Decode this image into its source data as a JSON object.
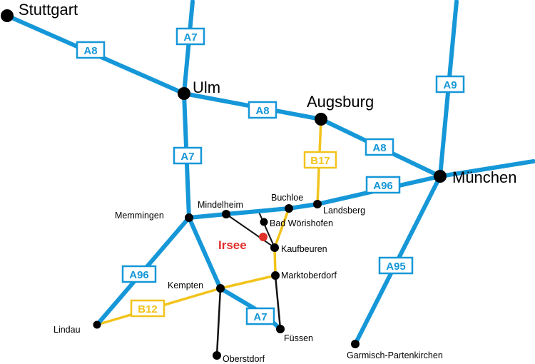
{
  "colors": {
    "autobahn": "#1597d8",
    "bundesstrasse": "#f2c31a",
    "local_road": "#111111",
    "city_dot": "#000000",
    "highlight_city": "#e0302a",
    "background": "#ffffff"
  },
  "cities": {
    "stuttgart": "Stuttgart",
    "ulm": "Ulm",
    "augsburg": "Augsburg",
    "muenchen": "München",
    "mindelheim": "Mindelheim",
    "buchloe": "Buchloe",
    "landsberg": "Landsberg",
    "memmingen": "Memmingen",
    "bad_woerishofen": "Bad Wörishofen",
    "irsee": "Irsee",
    "kaufbeuren": "Kaufbeuren",
    "marktoberdorf": "Marktoberdorf",
    "kempten": "Kempten",
    "lindau": "Lindau",
    "fuessen": "Füssen",
    "oberstdorf": "Oberstdorf",
    "garmisch": "Garmisch-Partenkirchen"
  },
  "shields": {
    "a8_west": "A8",
    "a7_north": "A7",
    "a8_mid": "A8",
    "a9": "A9",
    "a8_east": "A8",
    "b17": "B17",
    "a7_mid": "A7",
    "a96_east": "A96",
    "a96_west": "A96",
    "a95": "A95",
    "b12": "B12",
    "a7_south": "A7"
  }
}
